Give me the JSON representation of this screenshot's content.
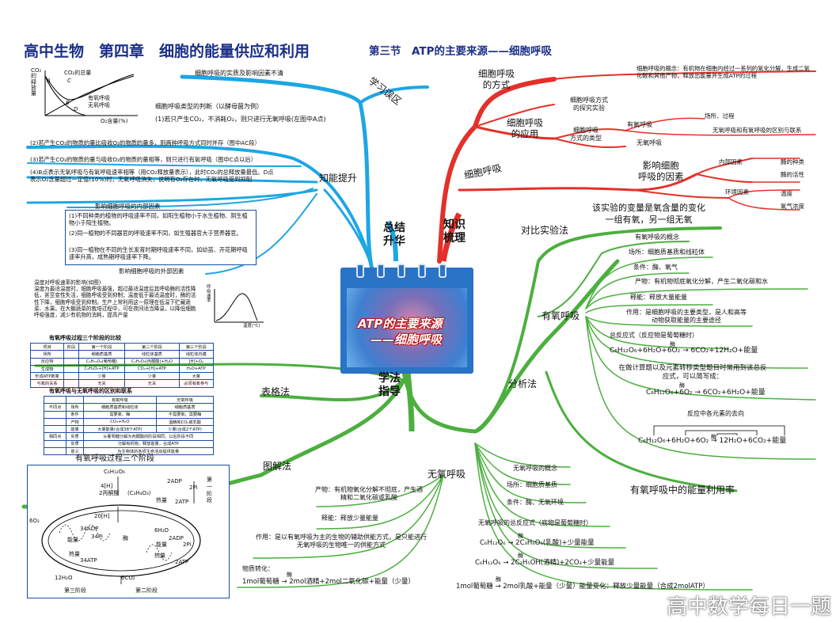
{
  "title": "高中生物　第四章　细胞的能量供应和利用",
  "subtitle": "第三节　ATP的主要来源——细胞呼吸",
  "center": {
    "line1": "ATP的主要来源",
    "line2": "——细胞呼吸"
  },
  "branches": {
    "zongjie": "总结\n升华",
    "zhishi": "知识\n梳理",
    "xuefa": "学法\n指导"
  },
  "xuexi": {
    "label": "学习误区",
    "item1": "细胞呼吸的实质及影响因素不清",
    "chart_title": "CO₂的释放量",
    "chart_y": "CO₂\n的\n释\n放\n量",
    "chart_curve": "CO₂的总量",
    "chart_curve2": "有氧呼吸",
    "chart_curve3": "无氧呼吸",
    "chart_x": "O₂含量(%)",
    "chart_pts": [
      "A",
      "B",
      "C",
      "D"
    ],
    "item2": "细胞呼吸类型的判断（以酵母菌为例）",
    "item3": "(1)若只产生CO₂，不消耗O₂，则只进行无氧呼吸(左图中A点)"
  },
  "zhineng": {
    "label": "知能提升",
    "item1": "(2)若产生CO₂的物质的量比吸收O₂的物质的量多，则两种呼吸方式同时并存（图中AC段）",
    "item2": "(3)若产生CO₂的物质的量与吸收O₂的物质的量相等，则只进行有氧呼吸（图中C点以后）",
    "item3": "(4)B点表示无氧呼吸与有氧呼吸速率相等（用CO₂释放量表示），此时CO₂的总释放量最低。D点表示O₂含量超过一定值(10%)时，无氧呼吸消失，说明有O₂存在时，无氧呼吸受到抑制",
    "inner_title": "影响细胞呼吸的内部因素",
    "inner1": "(1)不同种类的植物的呼吸速率不同，如阳生植物小于水生植物、阴生植物小于阳生植物。",
    "inner2": "(2)同一植物的不同器官的呼吸速率不同，如生殖器官大于营养器官。",
    "inner3": "(3)同一植物在不同的生长发育时期呼吸速率不同，如幼苗、开花期呼吸速率升高，成熟期呼吸速率下降。",
    "outer_title": "影响细胞呼吸的外部因素",
    "temp_text": "温度对呼吸速率的影响(如图)\n温度为最适温度时，细胞呼吸最强，超过最适温度后其呼吸酶的活性降低，甚至变性失活，细胞呼吸受到抑制；温度低于最适温度时，酶的活性下降，细胞呼吸受到抑制。生产上常利用这一原理在低温下贮藏蔬菜、水果。在大棚蔬菜的栽培过程中，可在夜间适当降温，以降低细胞呼吸强度，减少有机物的消耗，提高产量",
    "temp_y": "呼\n吸\n速\n率",
    "temp_x": "温度(℃)"
  },
  "table1": {
    "title": "有氧呼吸过程三个阶段的比较",
    "header": [
      "项目",
      "阶段",
      "第一个阶段",
      "第二个阶段",
      "第三个阶段"
    ],
    "rows": [
      [
        "场所",
        "",
        "细胞质基质",
        "线粒体基质",
        "线粒体内膜"
      ],
      [
        "反应物",
        "",
        "C₆H₁₂O₆(葡萄糖)",
        "C₃H₄O₃(丙酮酸)+H₂O",
        "[H]+O₂"
      ],
      [
        "生成物",
        "",
        "C₃H₄O₃+[H]+ATP",
        "CO₂+[H]+ATP",
        "H₂O+ATP"
      ],
      [
        "形成ATP数量",
        "",
        "少量",
        "少量",
        "大量"
      ],
      [
        "与氧的关系",
        "",
        "无关",
        "无关",
        "必须有氧参与"
      ]
    ]
  },
  "table2": {
    "title": "有氧呼吸与无氧呼吸的区别和联系",
    "header": [
      "",
      "",
      "有氧呼吸",
      "无氧呼吸"
    ],
    "rows": [
      [
        "不同点",
        "场所",
        "细胞质基质和线粒体",
        "细胞质基质"
      ],
      [
        "",
        "条件",
        "需要氧、酶",
        "不需要氧，需要酶"
      ],
      [
        "",
        "产物",
        "CO₂+H₂O",
        "酒精和CO₂或乳酸"
      ],
      [
        "",
        "能量",
        "大量能量(合成38个ATP)",
        "少量(合成2个ATP)"
      ],
      [
        "相同点",
        "实质",
        "从葡萄糖分解为丙酮酸的阶段相同，以后阶段不同",
        ""
      ],
      [
        "",
        "实质",
        "分解有机物，释放能量，合成ATP",
        ""
      ],
      [
        "",
        "意义",
        "为生物体的各项生命活动提供能量",
        ""
      ]
    ]
  },
  "biaogefa": "表格法",
  "tujiefa": "图解法",
  "stage_title": "有氧呼吸过程三个阶段",
  "stage": {
    "glucose": "C₆H₁₂O₆",
    "h4": "4[H]",
    "pyruvate": "2丙酮酸",
    "c3": "(C₃H₄O₃)",
    "adp2": "2ADP",
    "pi2": "2Pi",
    "heat": "热量",
    "atp2": "2ATP",
    "stage1": "第一阶段",
    "h20": "20[H]",
    "adp34": "34ADP",
    "pi34": "34Pi",
    "energy": "能量",
    "atp34": "34ATP",
    "o2": "6O₂",
    "h2o6": "6H₂O",
    "enzyme": "酶",
    "h2o12": "12H₂O",
    "co2": "6CO₂",
    "stage3": "第三阶段",
    "stage2": "第二阶段",
    "atp2b": "2ATP"
  },
  "right": {
    "xibaohuxi": "细胞呼吸",
    "fangshi": "细胞呼吸\n的方式",
    "concept": "细胞呼吸的概念：有机物在细胞内经过一系列的氧化分解，生成二氧化碳和其他产物，释放出能量并生成ATP的过程",
    "tanjiu": "细胞呼吸方式\n的探究实验",
    "yingyong": "细胞呼吸\n的应用",
    "leixing": "细胞呼吸\n方式的类型",
    "youyang": "有氧呼吸",
    "wuyang": "无氧呼吸",
    "changsuo": "场所、过程",
    "qubie": "无氧呼吸和有氧呼吸的区别与联系",
    "yinsu": "影响细胞\n呼吸的因素",
    "neibu": "内部因素",
    "zhonglei": "酶的种类",
    "huoxing": "酶的活性",
    "huanjing": "环境因素",
    "wendu": "温度",
    "yangqi": "氧气浓度"
  },
  "duibi": {
    "label": "对比实验法",
    "text": "该实验的变量是氧含量的变化\n一组有氧，另一组无氧"
  },
  "youyang": {
    "label": "有氧呼吸",
    "gainian": "有氧呼吸的概念",
    "changsuo": "场所：细胞质基质和线粒体",
    "tiaojian": "条件：酶、氧气",
    "chanwu": "产物：有机物彻底氧化分解，产生二氧化碳和水",
    "shifang": "释能：释放大量能量",
    "zuoyong": "作用：是细胞呼吸的主要类型，是人和高等动物获取能量的主要途径",
    "zong": "总反应式（反应物是葡萄糖时）",
    "eq1": "C₆H₁₂O₆+6H₂O+6O₂ → 6CO₂+12H₂O+能量",
    "jiandan": "在做计算题以及元素转移类型题目时常用到该总反应式，可以简写成：",
    "eq2": "C₆H₁₂O₆+6O₂ → 6CO₂+6H₂O+能量",
    "quxiang": "反应中各元素的去向",
    "eq3": "C₆H₁₂O₆+6H₂O+6O₂ → 12H₂O+6CO₂+能量",
    "mei": "酶",
    "lvyonglv": "有氧呼吸中的能量利用率"
  },
  "fenxifa": "分析法",
  "wuyang": {
    "label": "无氧呼吸",
    "gainian": "无氧呼吸的概念",
    "changsuo": "场所：细胞质基质",
    "tiaojian": "条件：酶、无氧环境",
    "chanwu": "产物：有机物氧化分解不彻底，产生酒精和二氧化碳或乳酸",
    "shineng": "释能：释放少量能量",
    "zuoyong": "作用：是以有氧呼吸为主的生物的辅助供能方式，是只能进行无氧呼吸的生物唯一的供能方式",
    "zong": "无氧呼吸的总反应式（底物是葡萄糖时）",
    "eq1": "C₆H₁₂O₆ → 2C₃H₆O₃(乳酸)+少量能量",
    "eq2": "C₆H₁₂O₆ → 2C₂H₅OH(酒精)+2CO₂+少量能量",
    "zhuanhua": "物质转化：",
    "eq3": "1mol葡萄糖 → 2mol酒精+2mol二氧化碳+能量（少量）",
    "eq4": "1mol葡萄糖 → 2mol乳酸+能量（少量）能量变化：释放少量能量（合成2molATP）",
    "mei": "酶"
  },
  "watermark": "高中数学每日一题"
}
